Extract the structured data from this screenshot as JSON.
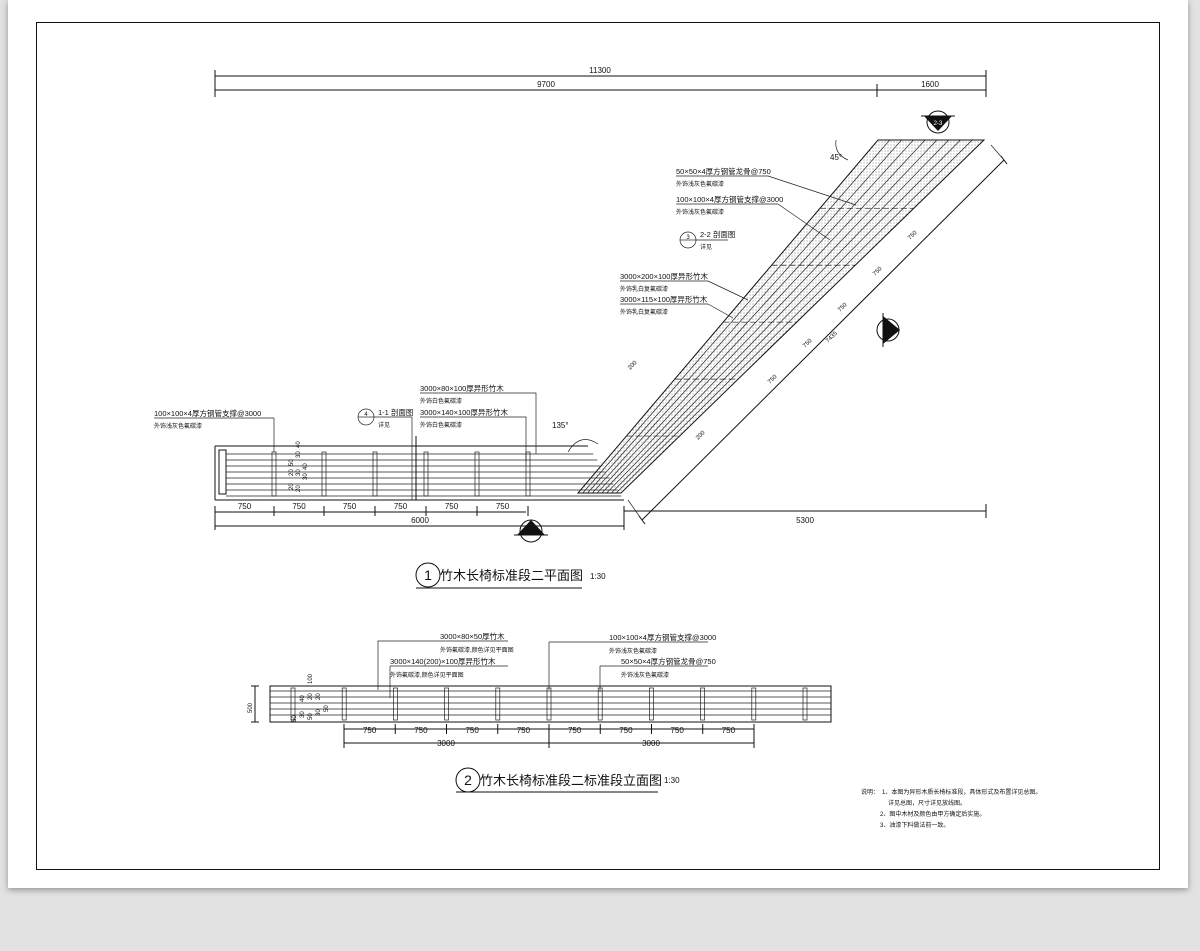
{
  "plan": {
    "dims_top": {
      "overall": "11300",
      "left": "9700",
      "right": "1600"
    },
    "dims_bottom": {
      "segments": [
        "750",
        "750",
        "750",
        "750",
        "750",
        "750"
      ],
      "left_total": "6000",
      "diag_total": "5300"
    },
    "diag_dims": [
      "750",
      "750",
      "750",
      "750",
      "750"
    ],
    "diag_small": {
      "a": "200",
      "b": "200",
      "len": "7435"
    },
    "angles": {
      "top": "45°",
      "joint": "135°"
    },
    "stack_dims": [
      "40",
      "30",
      "50",
      "20",
      "30",
      "40",
      "30",
      "20",
      "20"
    ],
    "callouts": {
      "c1": {
        "l1": "50×50×4厚方钢管龙骨@750",
        "l2": "外饰浅灰色氟碳漆"
      },
      "c2": {
        "l1": "100×100×4厚方钢管支撑@3000",
        "l2": "外饰浅灰色氟碳漆"
      },
      "c3": {
        "num": "3",
        "l1": "2-2 剖面图",
        "l2": "详见"
      },
      "c4": {
        "l1": "3000×200×100厚异形竹木",
        "l2": "外饰乳白复氟碳漆"
      },
      "c5": {
        "l1": "3000×115×100厚异形竹木",
        "l2": "外饰乳白复氟碳漆"
      },
      "c6": {
        "l1": "3000×80×100厚异形竹木",
        "l2": "外饰白色氟碳漆"
      },
      "c7": {
        "l1": "3000×140×100厚异形竹木",
        "l2": "外饰白色氟碳漆"
      },
      "c8": {
        "l1": "100×100×4厚方钢管支撑@3000",
        "l2": "外饰浅灰色氟碳漆"
      },
      "c9": {
        "num": "4",
        "l1": "1-1 剖面图",
        "l2": "详见"
      }
    },
    "markers": {
      "top": "2-3",
      "right": "1",
      "bottom": "1"
    },
    "title": {
      "num": "1",
      "text": "竹木长椅标准段二平面图",
      "scale": "1:30"
    }
  },
  "elevation": {
    "height_dim": "500",
    "seg_dims": [
      "750",
      "750",
      "750",
      "750",
      "750",
      "750",
      "750",
      "750"
    ],
    "totals": [
      "3000",
      "3000"
    ],
    "stack_dims": [
      "100",
      "50",
      "30",
      "50",
      "30",
      "20",
      "20",
      "40",
      "50"
    ],
    "callouts": {
      "e1": {
        "l1": "3000×80×50厚竹木",
        "l2": "外饰氟碳漆,颜色详见平面图"
      },
      "e2": {
        "l1": "3000×140(200)×100厚异形竹木",
        "l2": "外饰氟碳漆,颜色详见平面图"
      },
      "e3": {
        "l1": "100×100×4厚方钢管支撑@3000",
        "l2": "外饰浅灰色氟碳漆"
      },
      "e4": {
        "l1": "50×50×4厚方钢管龙骨@750",
        "l2": "外饰浅灰色氟碳漆"
      }
    },
    "title": {
      "num": "2",
      "text": "竹木长椅标准段二标准段立面图",
      "scale": "1:30"
    }
  },
  "notes": {
    "head": "说明：",
    "lines": [
      "1、本图为异形木质长椅标准段，具体形式及布置详见总图。",
      "详见总图，尺寸详见放线图。",
      "2、图中木材及颜色由甲方确定后实施。",
      "3、油漆下料做法前一致。"
    ]
  }
}
